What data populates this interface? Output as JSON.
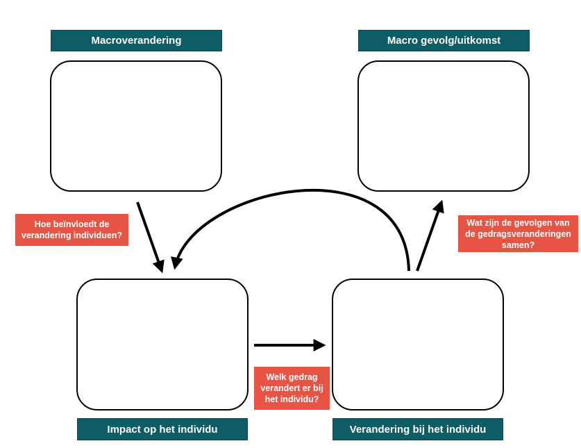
{
  "headers": {
    "macro_change": "Macroverandering",
    "macro_outcome": "Macro gevolg/uitkomst",
    "impact_individual": "Impact op het individu",
    "change_individual": "Verandering bij het individu"
  },
  "questions": {
    "influence": "Hoe beïnvloedt de verandering individuen?",
    "consequences": "Wat zijn de gevolgen van de gedragsveranderingen samen?",
    "behavior": "Welk gedrag verandert er bij het individu?"
  },
  "colors": {
    "header_bg": "#0e5c66",
    "note_bg": "#e85444",
    "stroke": "#000000"
  }
}
